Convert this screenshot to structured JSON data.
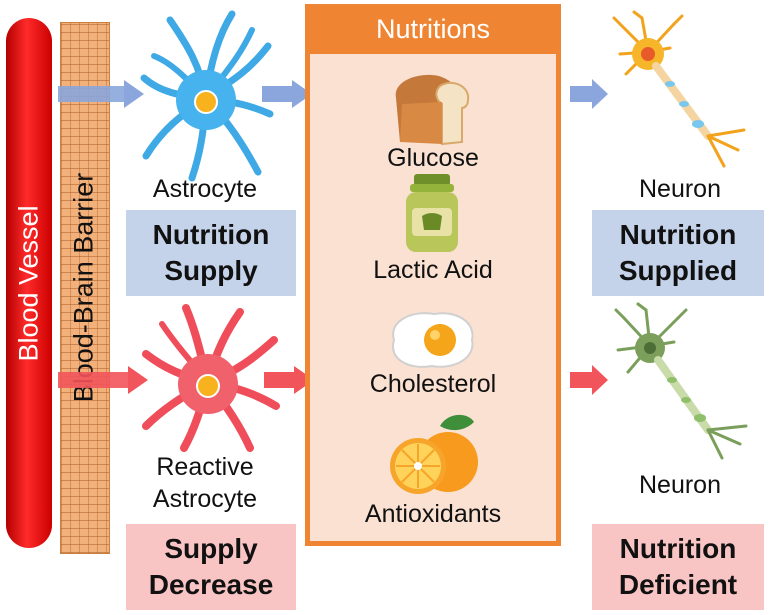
{
  "vessel": {
    "label": "Blood Vessel"
  },
  "barrier": {
    "label": "Blood-Brain Barrier"
  },
  "top_row": {
    "cell_label": "Astrocyte",
    "box_line1": "Nutrition",
    "box_line2": "Supply",
    "neuron_label": "Neuron",
    "result_line1": "Nutrition",
    "result_line2": "Supplied"
  },
  "bottom_row": {
    "cell_line1": "Reactive",
    "cell_line2": "Astrocyte",
    "box_line1": "Supply",
    "box_line2": "Decrease",
    "neuron_label": "Neuron",
    "result_line1": "Nutrition",
    "result_line2": "Deficient"
  },
  "nutritions": {
    "title": "Nutritions",
    "items": [
      {
        "label": "Glucose",
        "icon": "bread-icon"
      },
      {
        "label": "Lactic Acid",
        "icon": "jar-icon"
      },
      {
        "label": "Cholesterol",
        "icon": "fried-egg-icon"
      },
      {
        "label": "Antioxidants",
        "icon": "orange-icon"
      }
    ]
  },
  "colors": {
    "blue_arrow": "#8aa6dc",
    "red_arrow": "#f2545b",
    "box_blue": "#c5d3ea",
    "box_pink": "#f8c4c4",
    "orange_frame": "#ef8432"
  }
}
